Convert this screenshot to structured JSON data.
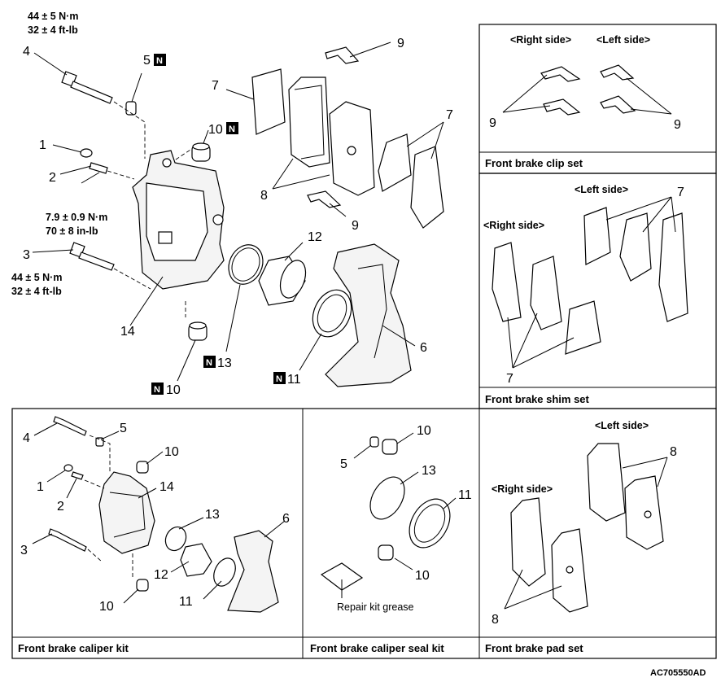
{
  "torques": {
    "bolt4_nm": "44 ± 5 N·m",
    "bolt4_ftlb": "32 ± 4 ft-lb",
    "bleeder_nm": "7.9 ± 0.9 N·m",
    "bleeder_inlb": "70 ± 8 in-lb",
    "bolt3_nm": "44 ± 5 N·m",
    "bolt3_ftlb": "32 ± 4 ft-lb"
  },
  "labels": {
    "n": "N",
    "p1": "1",
    "p2": "2",
    "p3": "3",
    "p4": "4",
    "p5": "5",
    "p6": "6",
    "p7": "7",
    "p8": "8",
    "p9": "9",
    "p10": "10",
    "p11": "11",
    "p12": "12",
    "p13": "13",
    "p14": "14"
  },
  "sides": {
    "right": "<Right side>",
    "left": "<Left side>"
  },
  "captions": {
    "clip_set": "Front brake clip set",
    "shim_set": "Front brake shim set",
    "caliper_kit": "Front brake caliper kit",
    "seal_kit": "Front brake caliper seal kit",
    "pad_set": "Front brake pad set"
  },
  "repair_grease": "Repair kit grease",
  "figure_code": "AC705550AD"
}
